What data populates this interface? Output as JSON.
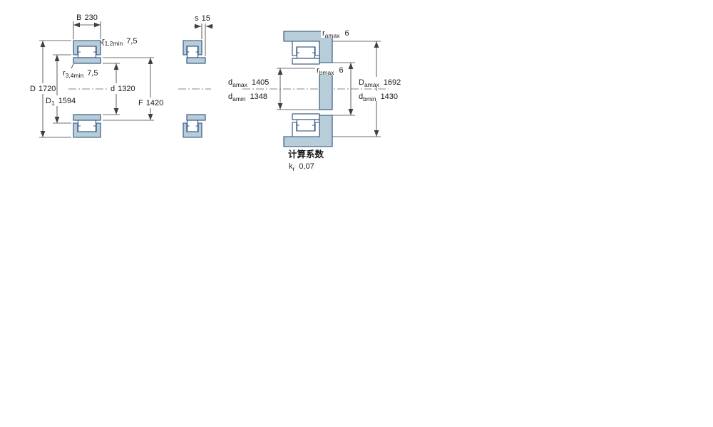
{
  "colors": {
    "section_fill": "#b7cdd9",
    "section_outline": "#2a4d79",
    "dim_line": "#404040",
    "text": "#1a1a1a"
  },
  "left_view": {
    "dim_B": {
      "label": "B",
      "value": "230"
    },
    "dim_r12": {
      "label": "r",
      "sub": "1,2min",
      "value": "7,5"
    },
    "dim_r34": {
      "label": "r",
      "sub": "3,4min",
      "value": "7,5"
    },
    "dim_D": {
      "label": "D",
      "value": "1720"
    },
    "dim_D1": {
      "label": "D",
      "sub": "1",
      "value": "1594"
    },
    "dim_d": {
      "label": "d",
      "value": "1320"
    },
    "dim_F": {
      "label": "F",
      "value": "1420"
    }
  },
  "middle_view": {
    "dim_s": {
      "label": "s",
      "value": "15"
    }
  },
  "right_view": {
    "dim_ra": {
      "label": "r",
      "sub": "amax",
      "value": "6"
    },
    "dim_rb": {
      "label": "r",
      "sub": "bmax",
      "value": "6"
    },
    "dim_damax": {
      "label": "d",
      "sub": "amax",
      "value": "1405"
    },
    "dim_damin": {
      "label": "d",
      "sub": "amin",
      "value": "1348"
    },
    "dim_Damax": {
      "label": "D",
      "sub": "amax",
      "value": "1692"
    },
    "dim_dbmin": {
      "label": "d",
      "sub": "bmin",
      "value": "1430"
    }
  },
  "calc_factors": {
    "heading": "计算系数",
    "kr": {
      "label": "k",
      "sub": "r",
      "value": "0,07"
    }
  }
}
